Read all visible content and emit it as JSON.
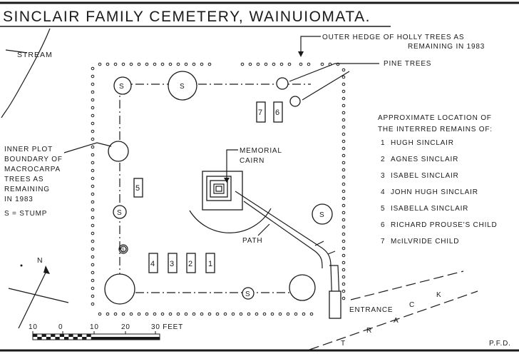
{
  "title": "SINCLAIR FAMILY CEMETERY, WAINUIOMATA.",
  "labels": {
    "stream": "STREAM",
    "outer_hedge_1": "OUTER HEDGE OF HOLLY TREES AS",
    "outer_hedge_2": "REMAINING IN 1983",
    "pine_trees": "PINE TREES",
    "inner_plot": [
      "INNER PLOT",
      "BOUNDARY OF",
      "MACROCARPA",
      "TREES AS",
      "REMAINING",
      "IN 1983"
    ],
    "stump_key": "S = STUMP",
    "memorial_1": "MEMORIAL",
    "memorial_2": "CAIRN",
    "path": "PATH",
    "entrance": "ENTRANCE",
    "north": "N",
    "initials": "P.F.D.",
    "track": [
      "T",
      "R",
      "A",
      "C",
      "K"
    ]
  },
  "legend": {
    "heading_1": "APPROXIMATE LOCATION OF",
    "heading_2": "THE INTERRED REMAINS OF:",
    "entries": [
      {
        "num": "1",
        "name": "HUGH SINCLAIR"
      },
      {
        "num": "2",
        "name": "AGNES SINCLAIR"
      },
      {
        "num": "3",
        "name": "ISABEL SINCLAIR"
      },
      {
        "num": "4",
        "name": "JOHN HUGH SINCLAIR"
      },
      {
        "num": "5",
        "name": "ISABELLA SINCLAIR"
      },
      {
        "num": "6",
        "name": "RICHARD PROUSE'S CHILD"
      },
      {
        "num": "7",
        "name": "McILVRIDE CHILD"
      }
    ]
  },
  "graves": [
    "1",
    "2",
    "3",
    "4",
    "5",
    "6",
    "7"
  ],
  "stump": "S",
  "scale": {
    "ticks": [
      "10",
      "0",
      "10",
      "20",
      "30 FEET"
    ]
  }
}
